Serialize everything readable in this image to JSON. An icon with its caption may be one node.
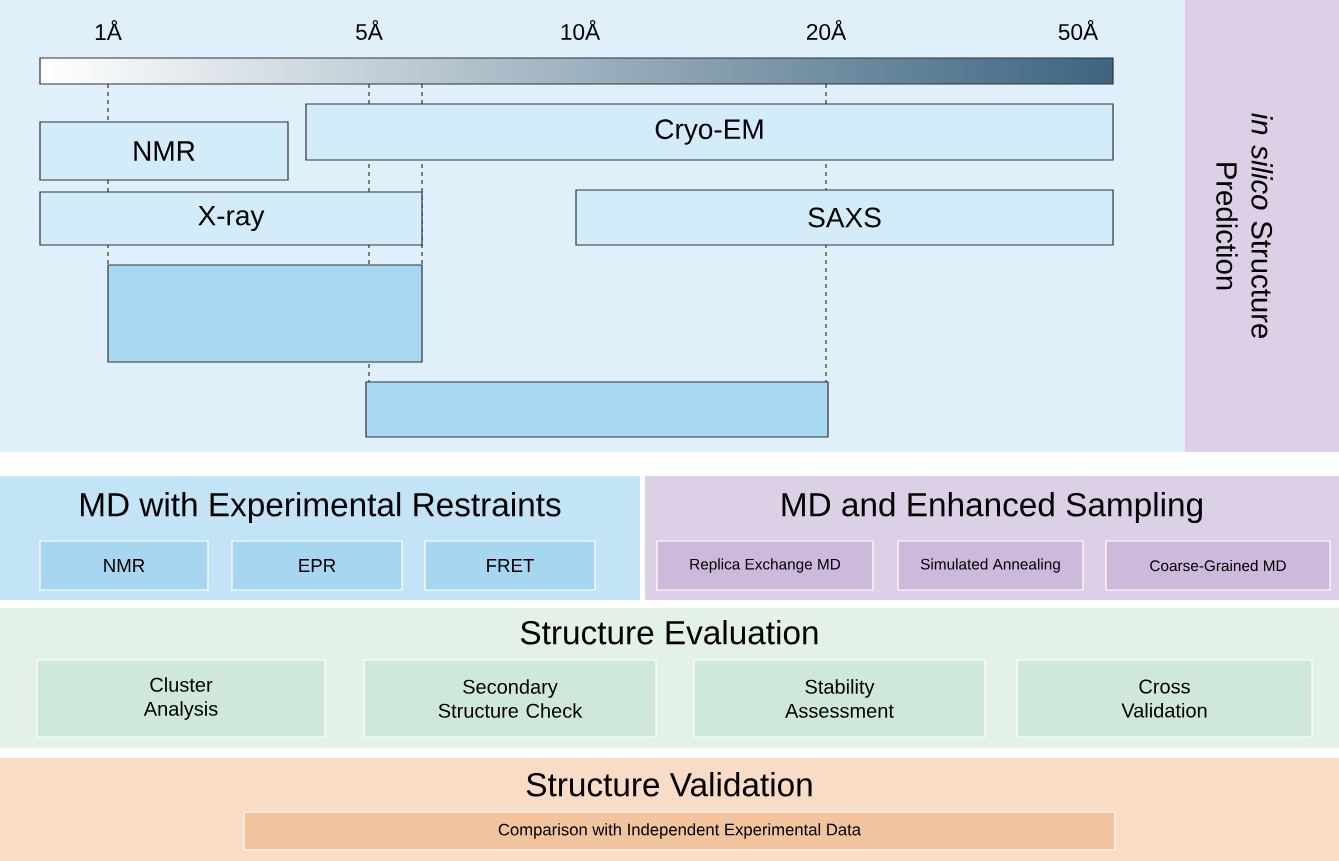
{
  "diagram": {
    "nodes": [
      {
        "text": [],
        "shape": "box"
      },
      {
        "text": [
          "NMR"
        ],
        "in": 0
      },
      {
        "text": [
          "Cryo-EM"
        ],
        "in": 0
      },
      {
        "text": [
          "X-ray"
        ],
        "in": 0
      },
      {
        "text": [
          "SAXS"
        ],
        "in": 0
      },
      {
        "text": [],
        "shape": "box",
        "in": 0
      },
      {
        "text": [],
        "shape": "box",
        "in": 0
      },
      {
        "text": [
          "*in silico* Structure Prediction"
        ]
      },
      {
        "text": [
          "MD with Experimental Restraints"
        ]
      },
      {
        "text": [
          "NMR"
        ],
        "in": 8
      },
      {
        "text": [
          "EPR"
        ],
        "in": 8
      },
      {
        "text": [
          "FRET"
        ],
        "in": 8
      },
      {
        "text": [
          "MD and Enhanced Sampling"
        ]
      },
      {
        "text": [
          "Replica Exchange MD"
        ],
        "in": 12
      },
      {
        "text": [
          "Simulated Annealing"
        ],
        "in": 12
      },
      {
        "text": [
          "Coarse-Grained MD"
        ],
        "in": 12
      },
      {
        "text": [
          "Structure Evaluation"
        ]
      },
      {
        "text": [
          "Cluster Analysis"
        ],
        "in": 16
      },
      {
        "text": [
          "Secondary Structure Check"
        ],
        "in": 16
      },
      {
        "text": [
          "Stability Assessment"
        ],
        "in": 16
      },
      {
        "text": [
          "Cross Validation"
        ],
        "in": 16
      },
      {
        "text": [
          "Structure Validation"
        ]
      },
      {
        "text": [
          "Comparison with Independent Experimental Data"
        ],
        "in": 21
      }
    ],
    "labels": [
      "1Å",
      "5Å",
      "10Å",
      "20Å",
      "50Å"
    ]
  }
}
